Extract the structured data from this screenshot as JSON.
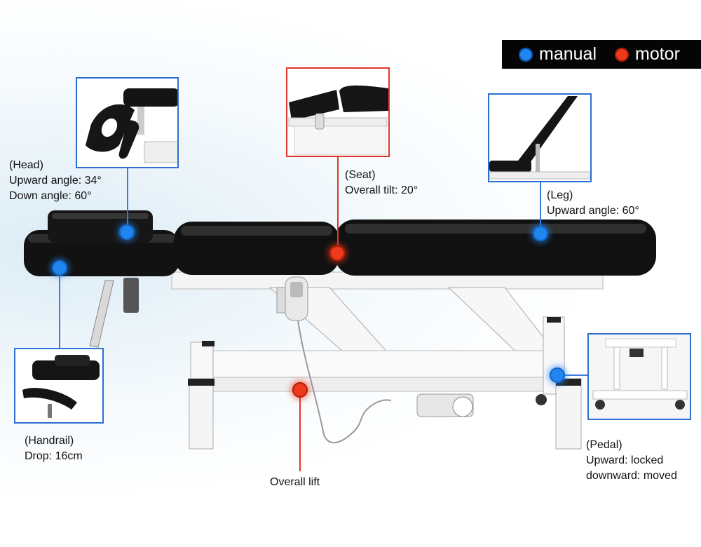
{
  "legend": {
    "manual": {
      "label": "manual",
      "color": "#1f86f0"
    },
    "motor": {
      "label": "motor",
      "color": "#ee3a1c"
    }
  },
  "callouts": {
    "head": {
      "title": "(Head)",
      "line1": "Upward angle: 34°",
      "line2": "Down angle: 60°",
      "type": "manual"
    },
    "seat": {
      "title": "(Seat)",
      "line1": "Overall tilt: 20°",
      "type": "motor"
    },
    "leg": {
      "title": "(Leg)",
      "line1": "Upward angle: 60°",
      "type": "manual"
    },
    "handrail": {
      "title": "(Handrail)",
      "line1": "Drop: 16cm",
      "type": "manual"
    },
    "pedal": {
      "title": "(Pedal)",
      "line1": "Upward: locked",
      "line2": "downward: moved",
      "type": "manual"
    },
    "lift": {
      "title": "Overall lift",
      "type": "motor"
    }
  }
}
